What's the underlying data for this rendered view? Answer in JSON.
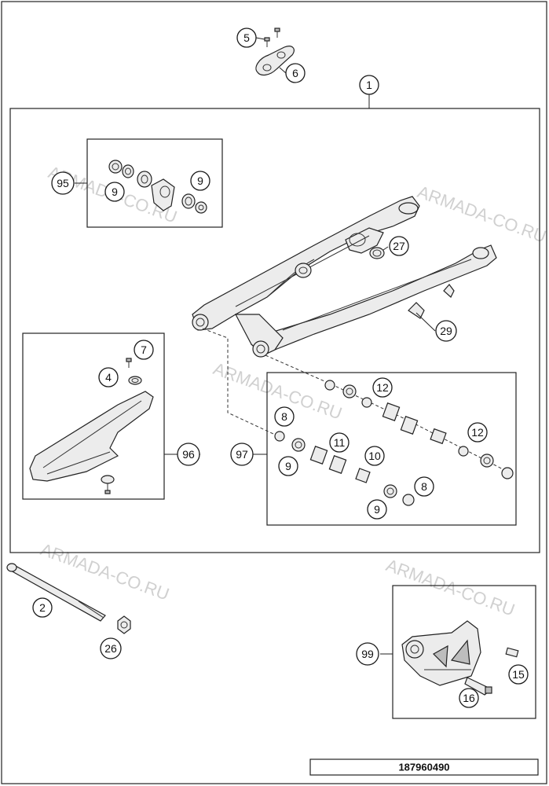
{
  "diagram": {
    "drawing_number": "187960490",
    "watermark_text": "ARMADA-CO.RU",
    "callouts": {
      "c1": "1",
      "c2": "2",
      "c4": "4",
      "c5": "5",
      "c6": "6",
      "c7": "7",
      "c8a": "8",
      "c8b": "8",
      "c9a": "9",
      "c9b": "9",
      "c9c": "9",
      "c9d": "9",
      "c10": "10",
      "c11": "11",
      "c12a": "12",
      "c12b": "12",
      "c15": "15",
      "c16": "16",
      "c26": "26",
      "c27": "27",
      "c29": "29",
      "c95": "95",
      "c96": "96",
      "c97": "97",
      "c99": "99"
    }
  }
}
